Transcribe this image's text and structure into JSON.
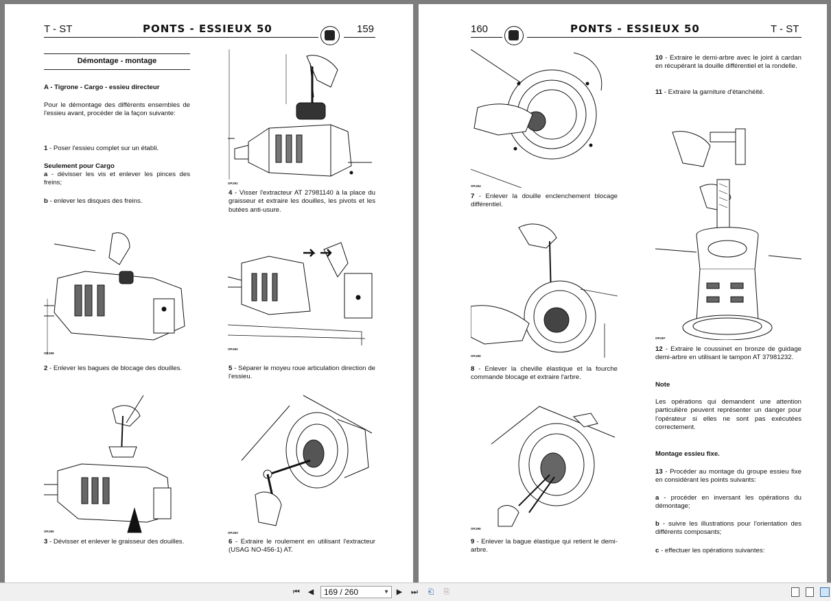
{
  "left_page": {
    "header": {
      "code": "T - ST",
      "title": "PONTS - ESSIEUX 50",
      "number": "159"
    },
    "section_title": "Démontage - montage",
    "subsection": "A - Tigrone - Cargo - essieu directeur",
    "intro": "Pour le démontage des différents ensembles de l'essieu avant, procéder de la façon suivante:",
    "step1": {
      "num": "1",
      "text": " - Poser l'essieu complet sur un établi."
    },
    "cargo_title": "Seulement pour Cargo",
    "step_a": {
      "num": "a",
      "text": " - dévisser les vis et enlever les pinces des freins;"
    },
    "step_b": {
      "num": "b",
      "text": " - enlever les disques des freins."
    },
    "step2": {
      "num": "2",
      "text": " - Enlever les bagues de blocage des douilles."
    },
    "step3": {
      "num": "3",
      "text": " - Dévisser et enlever le graisseur des douilles."
    },
    "step4": {
      "num": "4",
      "text": " - Visser l'extracteur AT 27981140 à la place du graisseur et extraire les douilles, les pivots et les butées anti-usure."
    },
    "step5": {
      "num": "5",
      "text": " - Séparer le moyeu roue articulation direction de l'essieu."
    },
    "step6": {
      "num": "6",
      "text": " - Extraire le roulement en utilisant l'extracteur (USAG NO-456-1) AT."
    },
    "figs": {
      "op261": "OP.261",
      "op259": "OP.259",
      "op262": "OP.262",
      "op260": "OP.260",
      "op263": "OP.263"
    }
  },
  "right_page": {
    "header": {
      "code": "T - ST",
      "title": "PONTS - ESSIEUX 50",
      "number": "160"
    },
    "step7": {
      "num": "7",
      "text": " - Enlever la douille enclenchement blocage différentiel."
    },
    "step8": {
      "num": "8",
      "text": " - Enlever la cheville élastique et la fourche commande blocage et extraire l'arbre."
    },
    "step9": {
      "num": "9",
      "text": " - Enlever la bague élastique qui retient le demi-arbre."
    },
    "step10": {
      "num": "10",
      "text": " - Extraire le demi-arbre avec le joint à cardan en récupérant la douille différentiel et la rondelle."
    },
    "step11": {
      "num": "11",
      "text": " - Extraire la garniture d'étanchéité."
    },
    "step12": {
      "num": "12",
      "text": " - Extraire le coussinet en bronze de guidage demi-arbre en utilisant le tampon AT 37981232."
    },
    "note_title": "Note",
    "note_text": "Les opérations qui demandent une attention particulière peuvent représenter un danger pour l'opérateur si elles ne sont pas exécutées correctement.",
    "montage_title": "Montage essieu fixe.",
    "step13": {
      "num": "13",
      "text": " - Procéder au montage du groupe essieu fixe en considérant les points suivants:"
    },
    "step_ma": {
      "num": "a",
      "text": " - procéder en inversant les opérations du démontage;"
    },
    "step_mb": {
      "num": "b",
      "text": " - suivre les illustrations pour l'orientation des différents composants;"
    },
    "step_mc": {
      "num": "c",
      "text": " - effectuer les opérations suivantes:"
    },
    "figs": {
      "op264": "OP.264",
      "op265": "OP.265",
      "op266": "OP.266",
      "op267": "OP.267"
    }
  },
  "toolbar": {
    "page_field": "169 / 260",
    "icons": [
      "first-page-icon",
      "prev-page-icon",
      "next-page-icon",
      "last-page-icon",
      "go-back-icon",
      "go-forward-icon",
      "single-page-icon",
      "continuous-icon",
      "facing-pages-icon"
    ]
  }
}
